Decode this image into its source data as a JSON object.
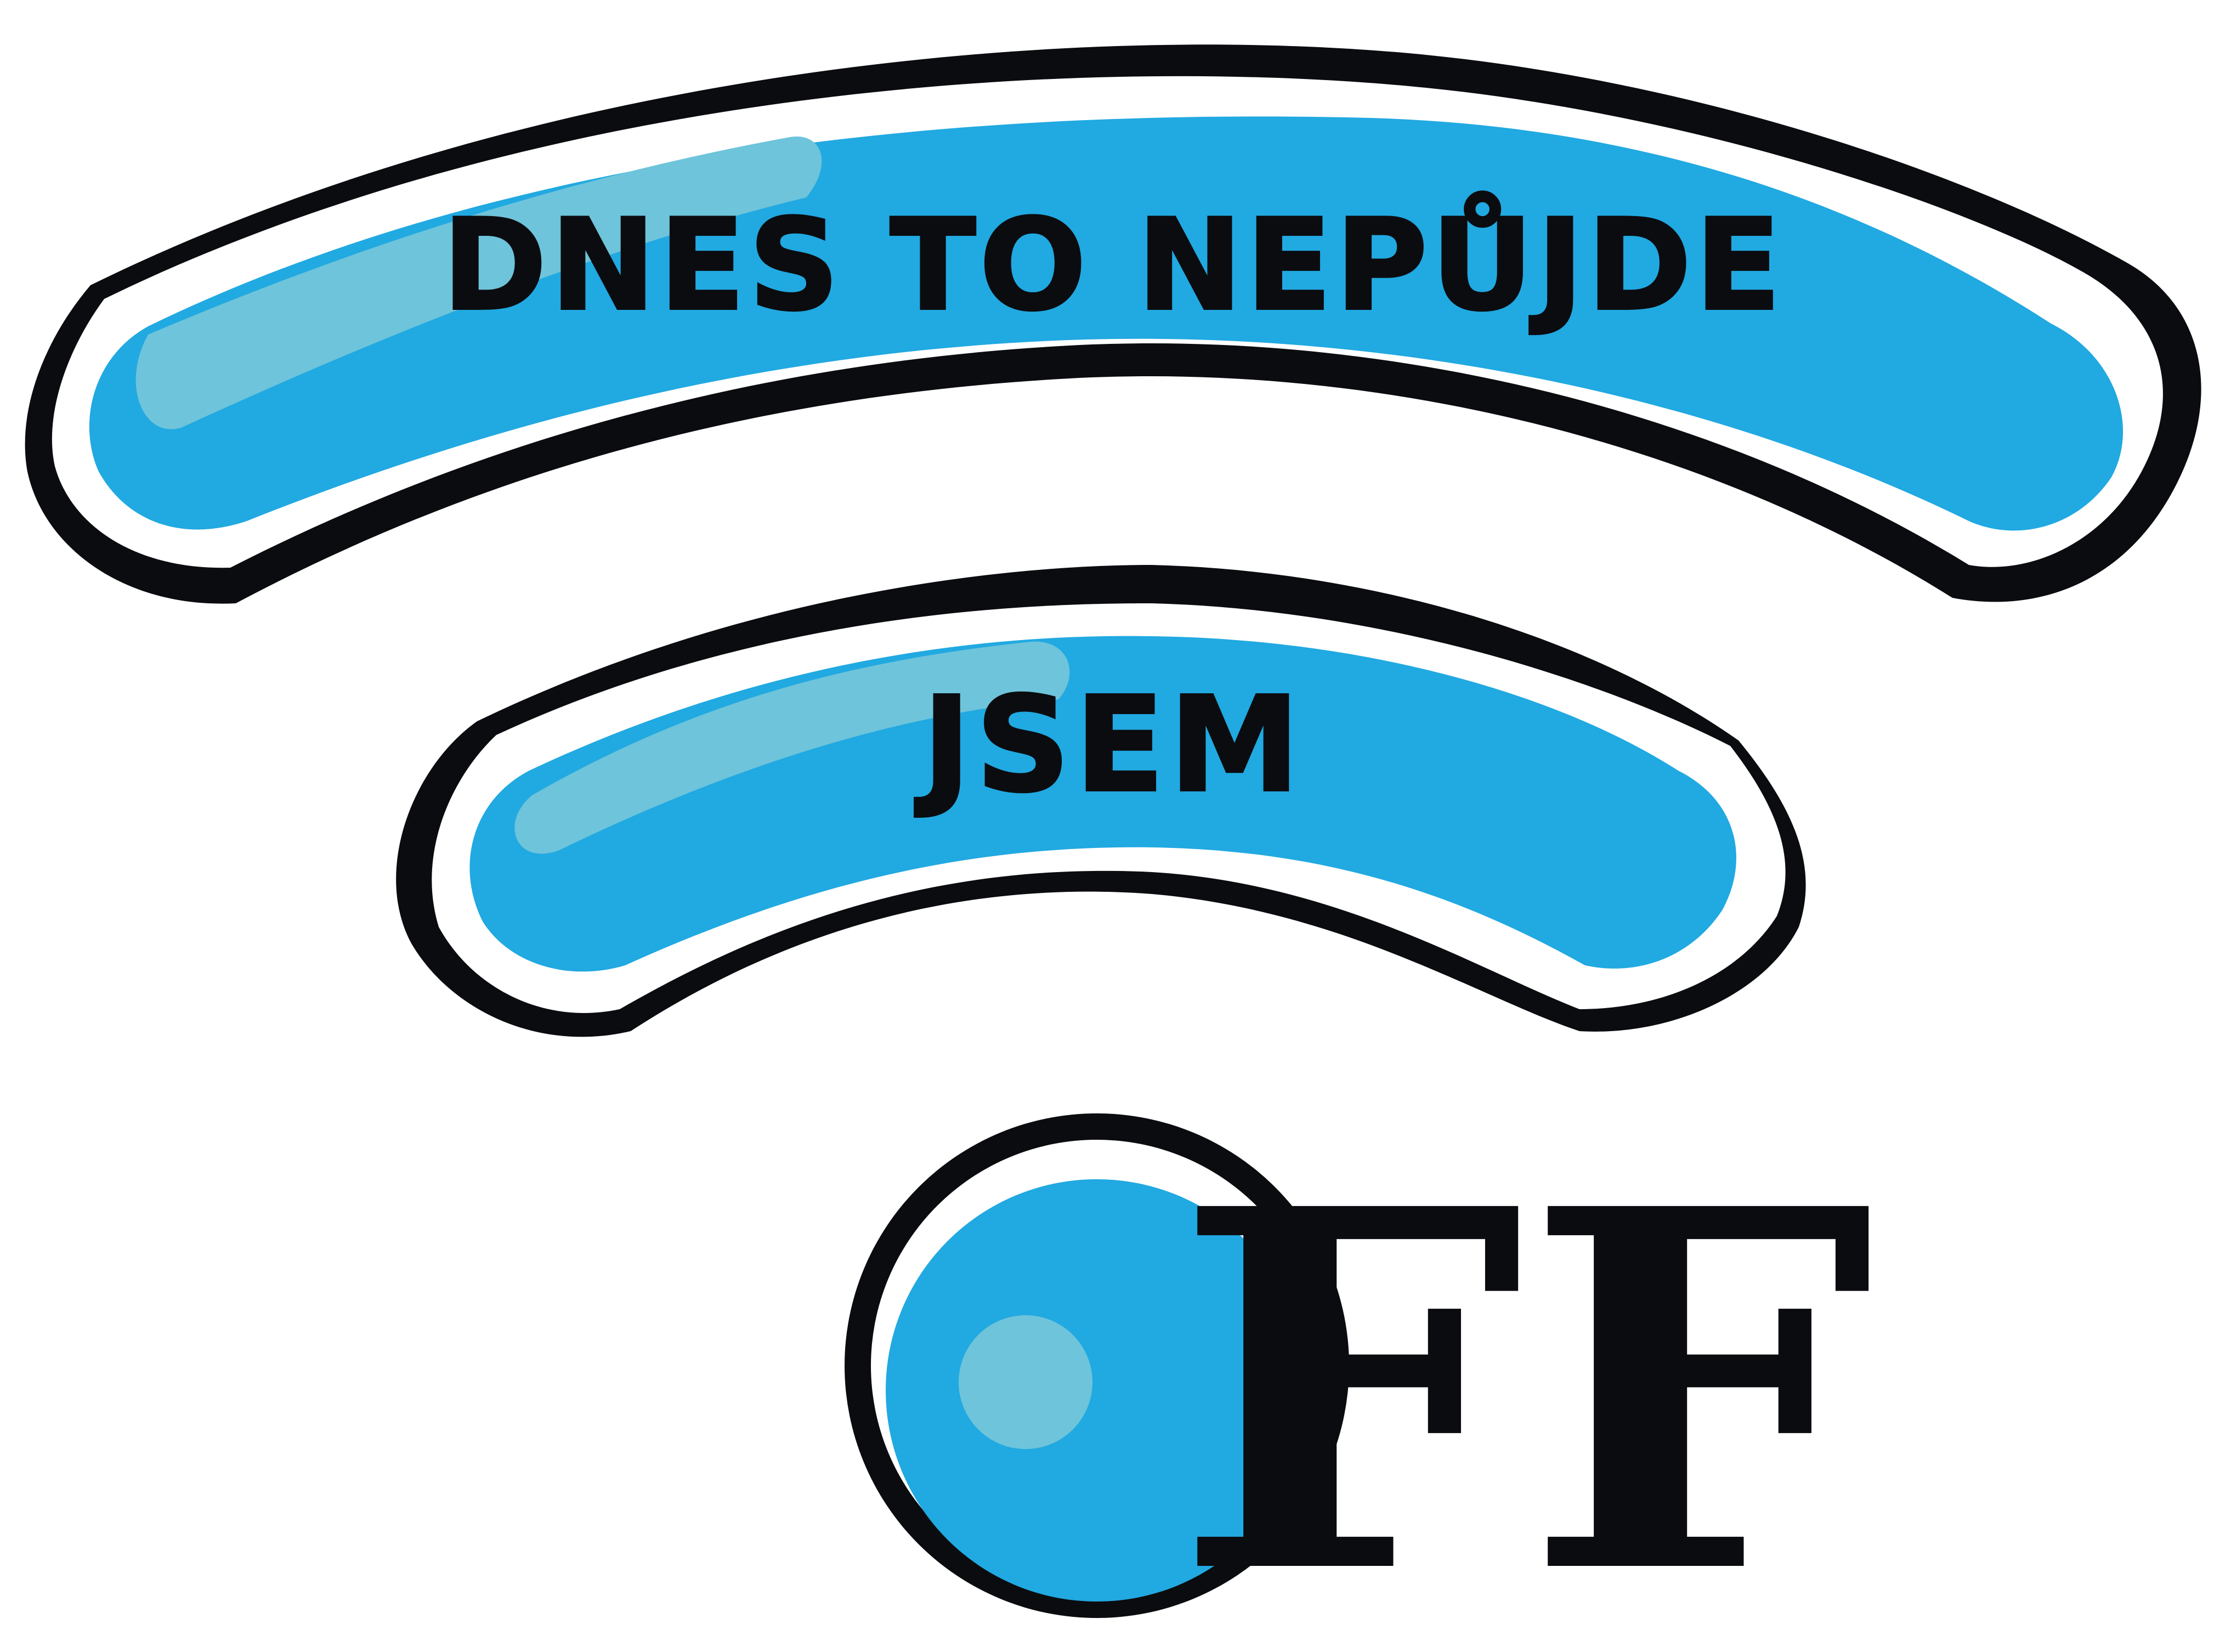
{
  "sticker": {
    "top_arc_text": "DNES TO NEPŮJDE",
    "middle_arc_text": "JSEM",
    "off_letters": "FF"
  },
  "colors": {
    "outline": "#0b0c10",
    "fill_blue": "#21a9e1",
    "highlight": "#6ec4da",
    "background": "#ffffff"
  }
}
